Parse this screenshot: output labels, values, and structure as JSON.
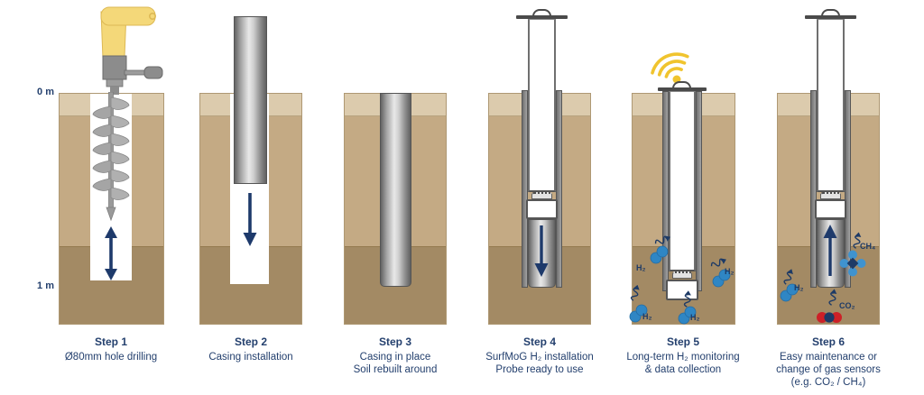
{
  "figure": {
    "description": "Six-step borehole installation sequence for a SurfMoG H2 soil-gas monitoring probe"
  },
  "depth_scale": {
    "top": "0 m",
    "bottom": "1 m"
  },
  "steps": [
    {
      "title": "Step 1",
      "lines": [
        "Ø80mm hole drilling"
      ]
    },
    {
      "title": "Step 2",
      "lines": [
        "Casing installation"
      ]
    },
    {
      "title": "Step 3",
      "lines": [
        "Casing in place",
        "Soil rebuilt around"
      ]
    },
    {
      "title": "Step 4",
      "lines": [
        "SurfMoG H₂ installation",
        "Probe ready to use"
      ]
    },
    {
      "title": "Step 5",
      "lines": [
        "Long-term H₂ monitoring",
        "& data collection"
      ]
    },
    {
      "title": "Step 6",
      "lines": [
        "Easy maintenance or",
        "change of gas sensors",
        "(e.g. CO₂ / CH₄)"
      ]
    }
  ],
  "gas_labels": {
    "h2": "H₂",
    "ch4": "CH₄",
    "co2": "CO₂"
  },
  "colors": {
    "text_navy": "#24406e",
    "arrow_navy": "#1e3a6b",
    "soil_light": "#dccbad",
    "soil_medium": "#c4aa84",
    "soil_dark": "#a38a64",
    "drill_yellow": "#f4d879",
    "wifi_yellow": "#f0c42e",
    "h2_blue": "#2f86c4",
    "ch4_blue": "#3f93cf",
    "co2_red": "#cd2027",
    "molecule_navy": "#1d3a66",
    "metal_gray": "#8d8d8d"
  }
}
